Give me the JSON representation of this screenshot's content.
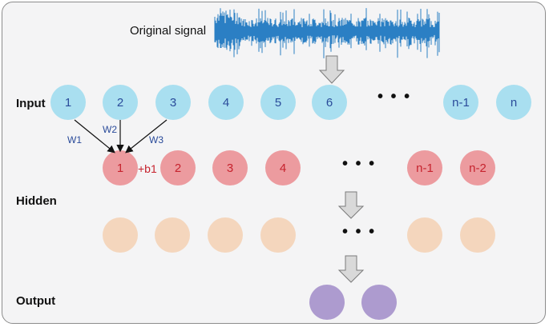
{
  "title": "Original signal",
  "rows": {
    "input": "Input",
    "hidden": "Hidden",
    "output": "Output"
  },
  "input_nodes": [
    "1",
    "2",
    "3",
    "4",
    "5",
    "6",
    "n-1",
    "n"
  ],
  "hidden1_nodes": [
    "1",
    "2",
    "3",
    "4",
    "n-1",
    "n-2"
  ],
  "hidden2_count": 6,
  "output_count": 2,
  "weights": [
    "W1",
    "W2",
    "W3"
  ],
  "bias": "+b1",
  "ellipsis": "• • •",
  "colors": {
    "input": "#a9dff0",
    "hidden1": "#ec9b9f",
    "hidden2": "#f4d6bd",
    "output": "#ad9bcf",
    "signal": "#2b7fc4"
  }
}
